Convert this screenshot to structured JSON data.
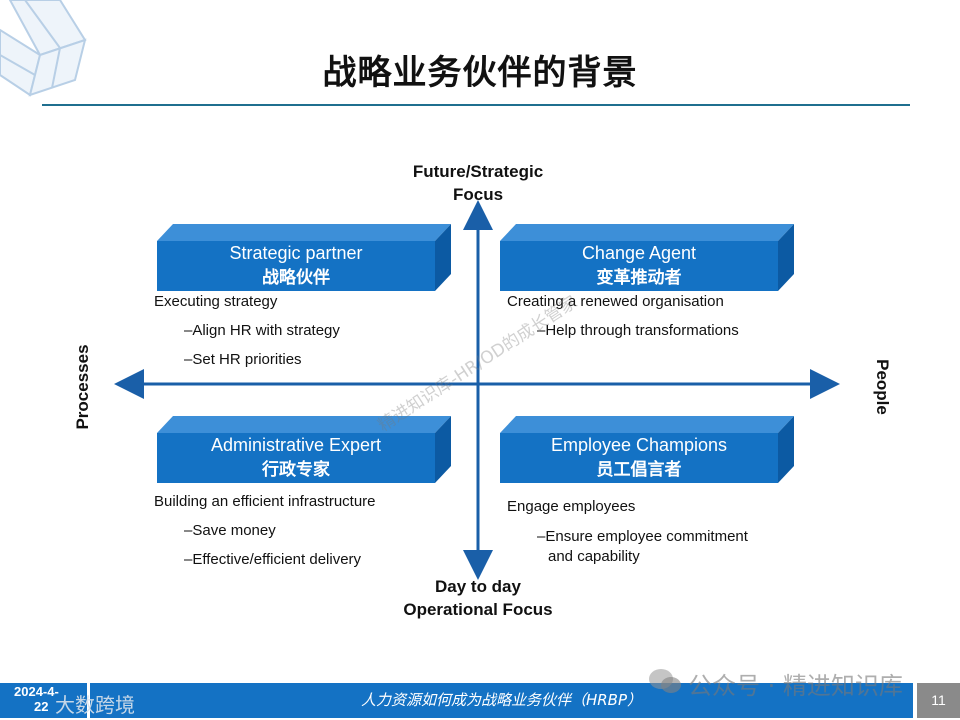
{
  "title": "战略业务伙伴的背景",
  "axes": {
    "top": [
      "Future/Strategic",
      "Focus"
    ],
    "bottom": [
      "Day to day",
      "Operational Focus"
    ],
    "left": "Processes",
    "right": "People"
  },
  "quadrants": [
    {
      "title": "Strategic partner",
      "title_zh": "战略伙伴",
      "lead": "Executing strategy",
      "items": [
        "–Align HR with strategy",
        "–Set HR priorities"
      ]
    },
    {
      "title": "Change Agent",
      "title_zh": "变革推动者",
      "lead": "Creating a renewed organisation",
      "items": [
        "–Help through transformations"
      ]
    },
    {
      "title": "Administrative Expert",
      "title_zh": "行政专家",
      "lead": "Building an efficient infrastructure",
      "items": [
        "–Save money",
        "–Effective/efficient delivery"
      ]
    },
    {
      "title": "Employee Champions",
      "title_zh": "员工倡言者",
      "lead": "Engage employees",
      "items": [
        "–Ensure employee commitment",
        "and capability"
      ]
    }
  ],
  "footer": {
    "date_line1": "2024-4-",
    "date_line2": "22",
    "brand": "大数跨境",
    "caption": "人力资源如何成为战略业务伙伴（HRBP）",
    "page": "11"
  },
  "watermarks": {
    "diagonal": "精进知识库-HR/OD的成长管家",
    "wechat": "公众号 · 精进知识库"
  },
  "colors": {
    "box_front": "#1472c4",
    "box_top": "#3d8fd8",
    "box_side": "#0c5aa3",
    "axis": "#1a5fa8",
    "footer": "#1472c4"
  }
}
